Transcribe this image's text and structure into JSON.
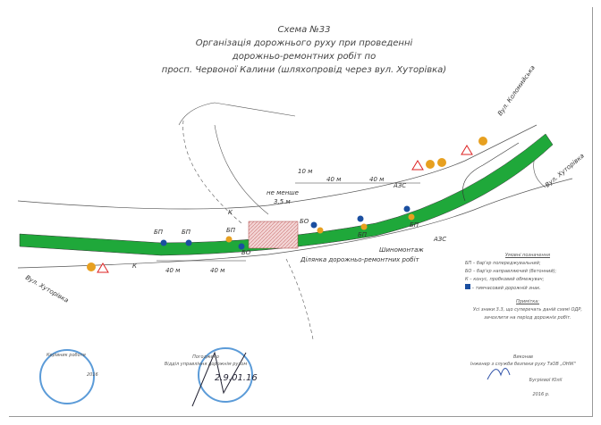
{
  "title": {
    "line1": "Схема №33",
    "line2": "Організація дорожнього руху при проведенні",
    "line3": "дорожньо-ремонтних робіт по",
    "line4": "просп. Червоної Калини (шляхопровід через вул. Хуторівка)"
  },
  "labels": {
    "bp": "БП",
    "bo": "БО",
    "k": "К",
    "azs": "АЗС",
    "shinomontazh": "Шиномонтаж",
    "dist_40": "40 м",
    "dist_10": "10 м",
    "min": "не менше",
    "min_val": "3,5 м",
    "work_zone": "Ділянка дорожньо-ремонтних робіт",
    "street_khutorivka": "Вул. Хуторівка",
    "street_kolomyiska": "Вул. Коломийська",
    "street_khutorivka2": "Вул. Хуторівка"
  },
  "legend": {
    "heading": "Умовні позначення",
    "items": [
      "БП – бар'єр попереджувальний;",
      "БО – бар'єр направляючий (бетонний);",
      "К – конус, пробковий обмежувач;",
      "– тимчасовий дорожній знак."
    ],
    "note_heading": "Примітка:",
    "note": "Усі знаки 3.3, що суперечать даній схемі ОДР, зачохлити на період дорожніх робіт."
  },
  "signatures": {
    "left": "Керівник роботи",
    "left_date": "2016",
    "middle": "Погоджено",
    "middle_role": "Відділ управління дорожнім рухом",
    "middle_date": "2.9.01.16",
    "right_heading": "Виконав",
    "right_role": "Інженер з служби безпеки руху ТзОВ „ОНІК\"",
    "right_name": "Бугрієвої Юлії",
    "right_date": "2016 р."
  },
  "colors": {
    "road": "#1fa83a",
    "hatch": "#e9b6b6",
    "sign_blue": "#1b4fa0",
    "sign_orange": "#e7a020",
    "stamp": "#5b9bd8"
  }
}
